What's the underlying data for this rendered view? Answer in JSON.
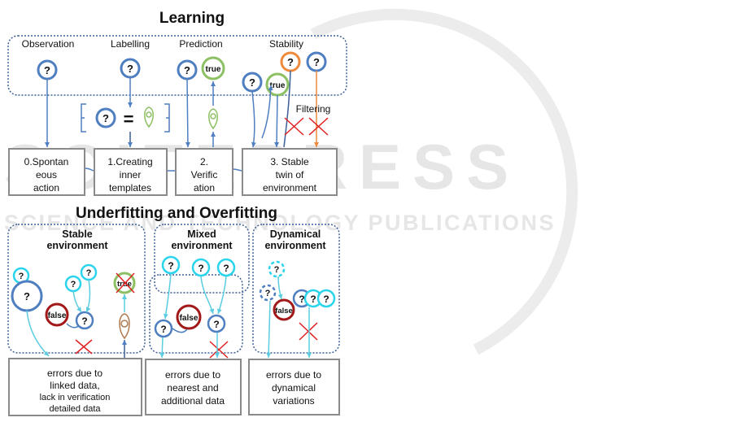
{
  "watermark": {
    "main": "SCITEPRESS",
    "sub": "SCIENCE AND TECHNOLOGY PUBLICATIONS"
  },
  "learning": {
    "title": "Learning",
    "stage_labels": [
      "Observation",
      "Labelling",
      "Prediction",
      "Stability"
    ],
    "filtering": "Filtering",
    "equals": "=",
    "boxes": [
      [
        "0.Spontan",
        "eous",
        "action"
      ],
      [
        "1.Creating",
        "inner",
        "templates"
      ],
      [
        "2.",
        "Verific",
        "ation"
      ],
      [
        "3. Stable",
        "twin of",
        "environment"
      ]
    ]
  },
  "fitting": {
    "title": "Underfitting and Overfitting",
    "panels": [
      [
        "Stable",
        "environment"
      ],
      [
        "Mixed",
        "environment"
      ],
      [
        "Dynamical",
        "environment"
      ]
    ],
    "errors": [
      [
        "errors due to",
        "linked data,",
        "lack in verification",
        "detailed data"
      ],
      [
        "errors due to",
        "nearest and",
        "additional data"
      ],
      [
        "errors due to",
        "dynamical",
        "variations"
      ]
    ]
  },
  "glyphs": {
    "question": "?",
    "true": "true",
    "false": "false"
  },
  "colors": {
    "blue": "#4f7fc0",
    "dark_blue": "#3d5f96",
    "green": "#8dc063",
    "orange": "#ee8a3c",
    "red": "#e02020",
    "dark_red": "#a31818",
    "cyan": "#2ad4ec",
    "brown": "#b07a50",
    "box_border": "#8a8a8a"
  }
}
